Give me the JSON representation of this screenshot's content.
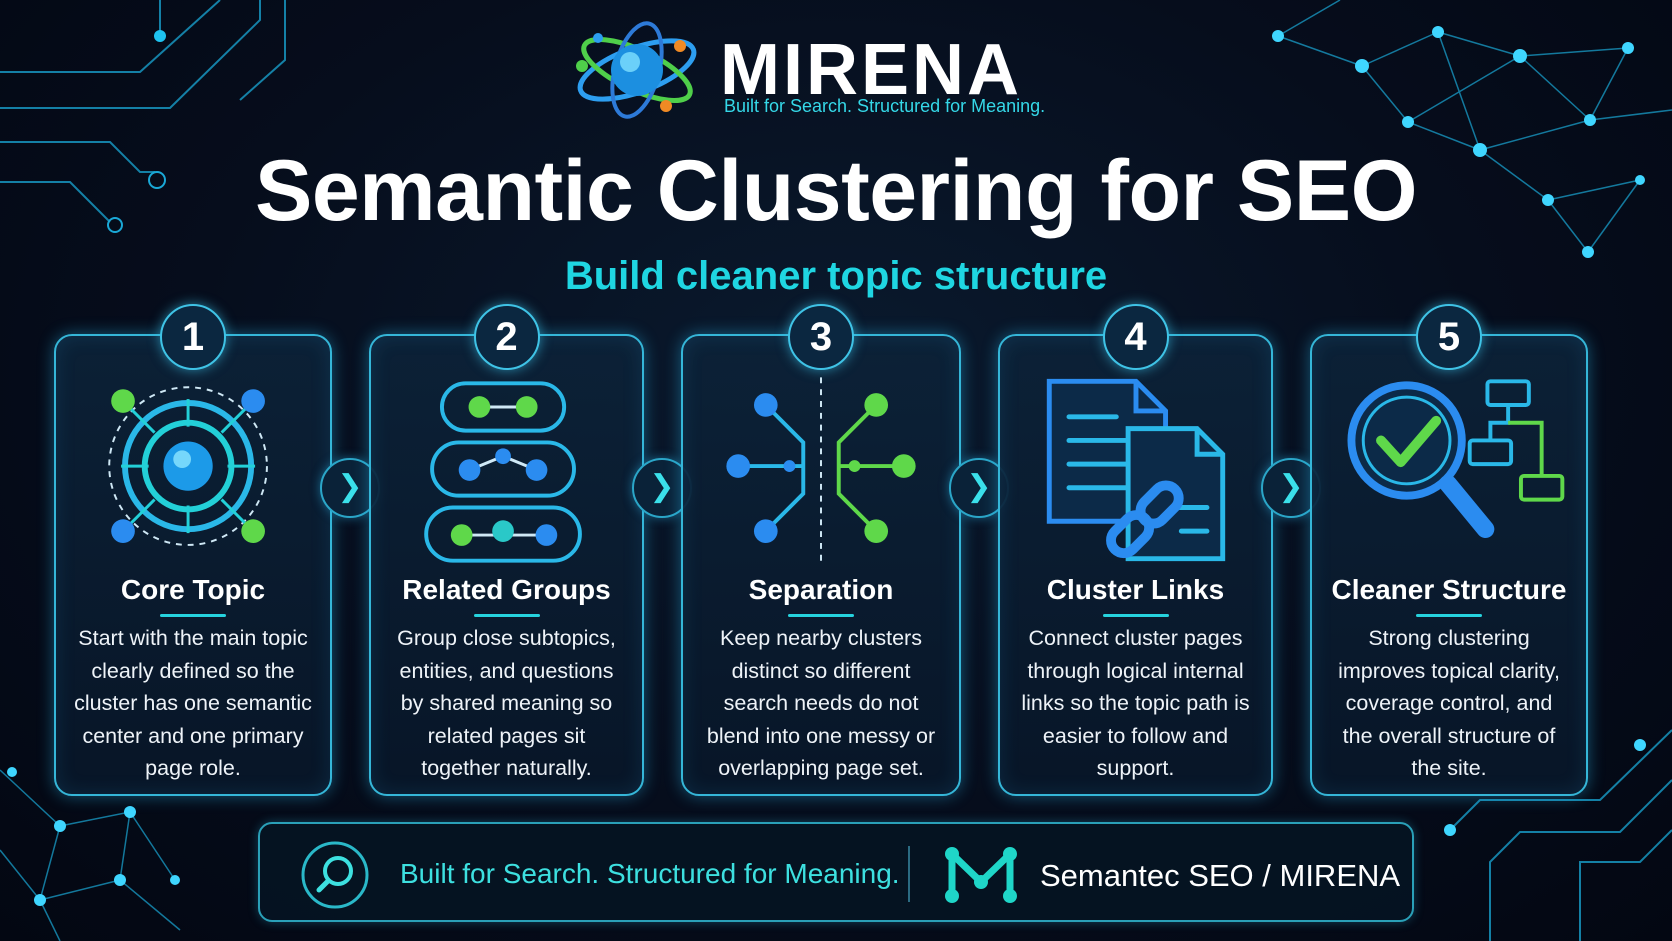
{
  "brand": {
    "name": "MIRENA",
    "tagline": "Built for Search. Structured for Meaning."
  },
  "header": {
    "title": "Semantic Clustering for SEO",
    "subtitle": "Build cleaner topic structure"
  },
  "colors": {
    "accent_cyan": "#1fd6e2",
    "accent_blue": "#2b8cf0",
    "accent_green": "#5fd84a",
    "card_border": "#35b6d8",
    "background": "#060d1c"
  },
  "steps": [
    {
      "number": "1",
      "title": "Core Topic",
      "icon": "target-core-icon",
      "description": "Start with the main topic clearly defined so the cluster has one semantic center and one primary page role."
    },
    {
      "number": "2",
      "title": "Related Groups",
      "icon": "grouped-nodes-icon",
      "description": "Group close subtopics, entities, and questions by shared meaning so related pages sit together naturally."
    },
    {
      "number": "3",
      "title": "Separation",
      "icon": "split-branches-icon",
      "description": "Keep nearby clusters distinct so different search needs do not blend into one messy or overlapping page set."
    },
    {
      "number": "4",
      "title": "Cluster Links",
      "icon": "linked-documents-icon",
      "description": "Connect cluster pages through logical internal links so the topic path is easier to follow and support."
    },
    {
      "number": "5",
      "title": "Cleaner Structure",
      "icon": "magnifier-sitemap-icon",
      "description": "Strong clustering improves topical clarity, coverage control, and the overall structure of the site."
    }
  ],
  "arrows": [
    "chevron-right-icon",
    "chevron-right-icon",
    "chevron-right-icon",
    "chevron-right-icon"
  ],
  "footer": {
    "tagline": "Built for Search. Structured for Meaning.",
    "brand": "Semantec SEO / MIRENA"
  }
}
